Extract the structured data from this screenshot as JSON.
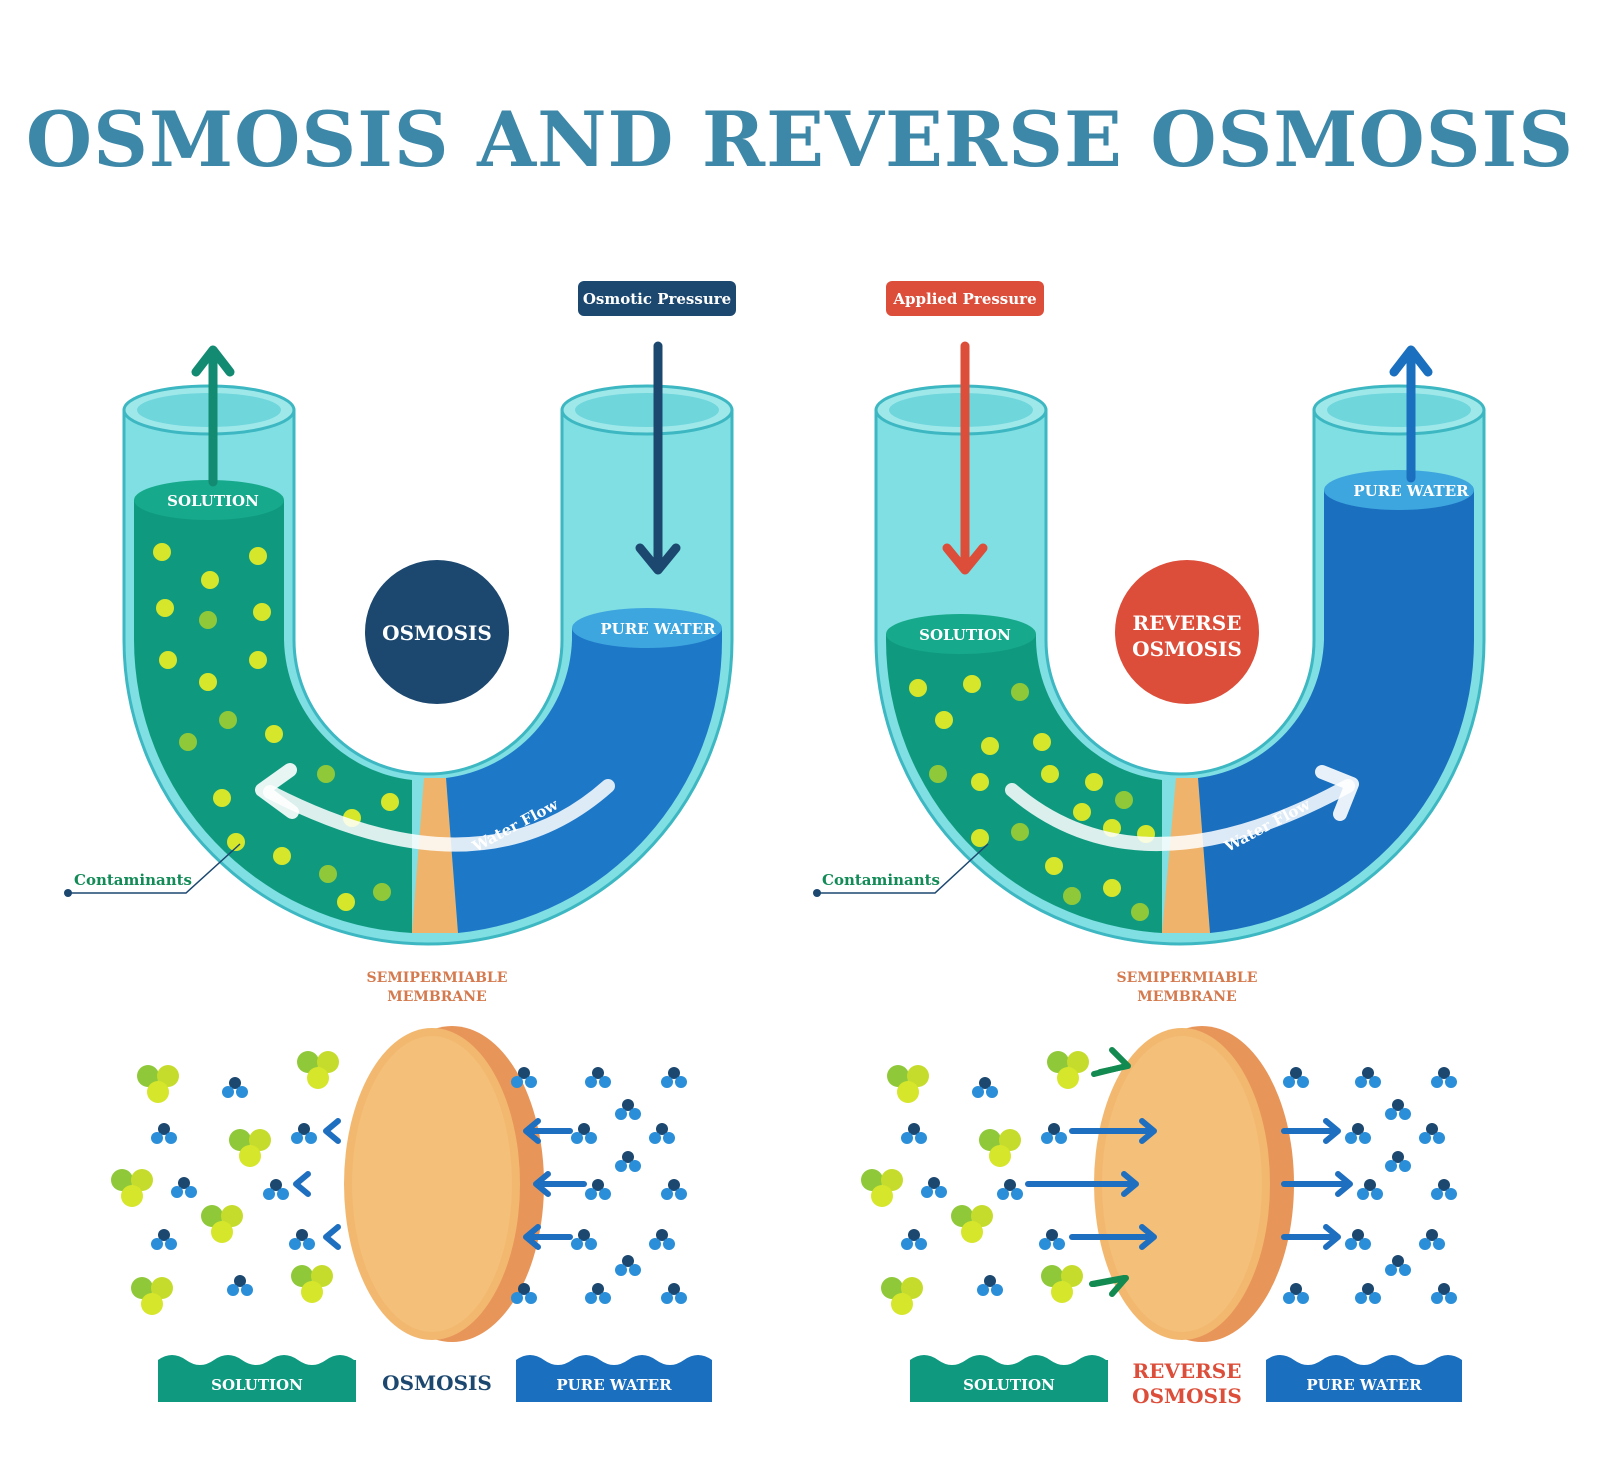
{
  "title": "OSMOSIS AND REVERSE OSMOSIS",
  "colors": {
    "title": "#3d88a8",
    "solution": "#0f9a80",
    "pure_water": "#1e78c8",
    "tube_glass": "#6fd6dc",
    "navy": "#1c4870",
    "red": "#dc4e3a",
    "membrane": "#f2b870",
    "membrane_label": "#d47a4e",
    "contaminant": "#d6e62a",
    "green_label": "#138b57"
  },
  "osmosis": {
    "pressure_label": "Osmotic Pressure",
    "center_badge": "OSMOSIS",
    "solution_label": "SOLUTION",
    "water_label": "PURE WATER",
    "flow_label": "Water Flow",
    "contaminants_label": "Contaminants",
    "membrane_label_1": "SEMIPERMIABLE",
    "membrane_label_2": "MEMBRANE",
    "legend_solution": "SOLUTION",
    "legend_center": "OSMOSIS",
    "legend_water": "PURE WATER"
  },
  "reverse": {
    "pressure_label": "Applied Pressure",
    "center_badge_1": "REVERSE",
    "center_badge_2": "OSMOSIS",
    "solution_label": "SOLUTION",
    "water_label": "PURE WATER",
    "flow_label": "Water Flow",
    "contaminants_label": "Contaminants",
    "membrane_label_1": "SEMIPERMIABLE",
    "membrane_label_2": "MEMBRANE",
    "legend_solution": "SOLUTION",
    "legend_center_1": "REVERSE",
    "legend_center_2": "OSMOSIS",
    "legend_water": "PURE WATER"
  }
}
